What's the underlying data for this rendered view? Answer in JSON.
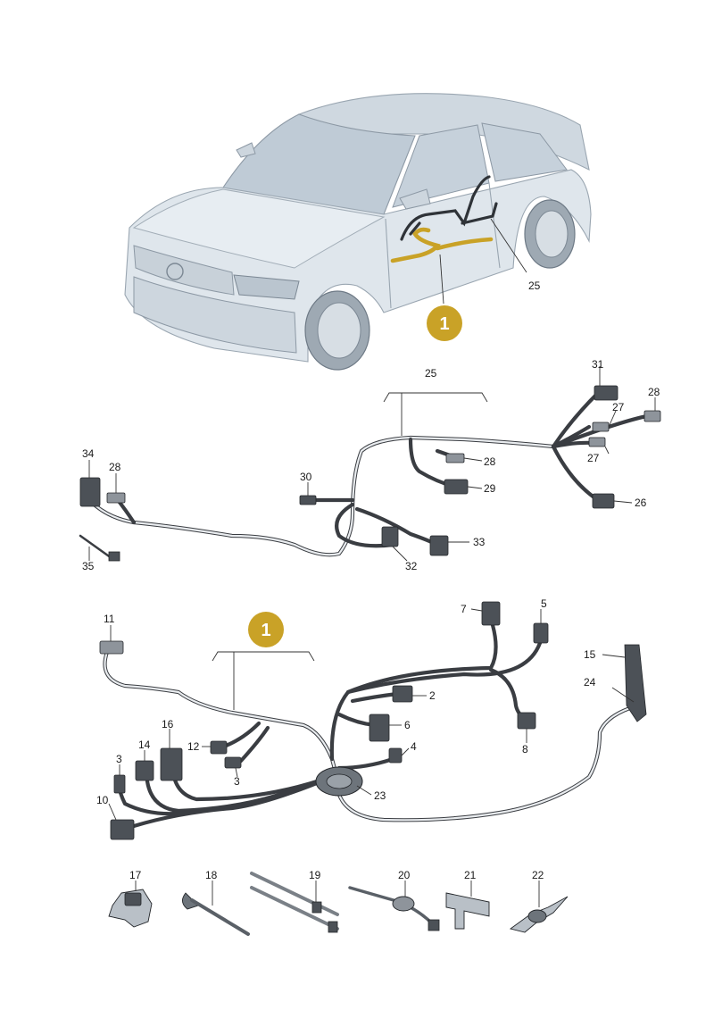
{
  "colors": {
    "callout_fill": "#c9a227",
    "highlight_harness": "#c9a227",
    "wire": "#3a3d42",
    "car_body": "#dfe6ec"
  },
  "callouts": [
    {
      "number": "1",
      "shape": "circle"
    },
    {
      "number": "1",
      "shape": "circle"
    }
  ],
  "labels": {
    "car_25": "25",
    "top_25": "25",
    "n31": "31",
    "n28a": "28",
    "n27a": "27",
    "n27b": "27",
    "n28b": "28",
    "n29": "29",
    "n26": "26",
    "n30": "30",
    "n34": "34",
    "n28c": "28",
    "n33": "33",
    "n32": "32",
    "n35": "35",
    "n11": "11",
    "n7": "7",
    "n5": "5",
    "n15": "15",
    "n24": "24",
    "n2": "2",
    "n6": "6",
    "n4": "4",
    "n8": "8",
    "n12": "12",
    "n3a": "3",
    "n16": "16",
    "n14": "14",
    "n3b": "3",
    "n10": "10",
    "n23": "23",
    "n17": "17",
    "n18": "18",
    "n19": "19",
    "n20": "20",
    "n21": "21",
    "n22": "22"
  }
}
